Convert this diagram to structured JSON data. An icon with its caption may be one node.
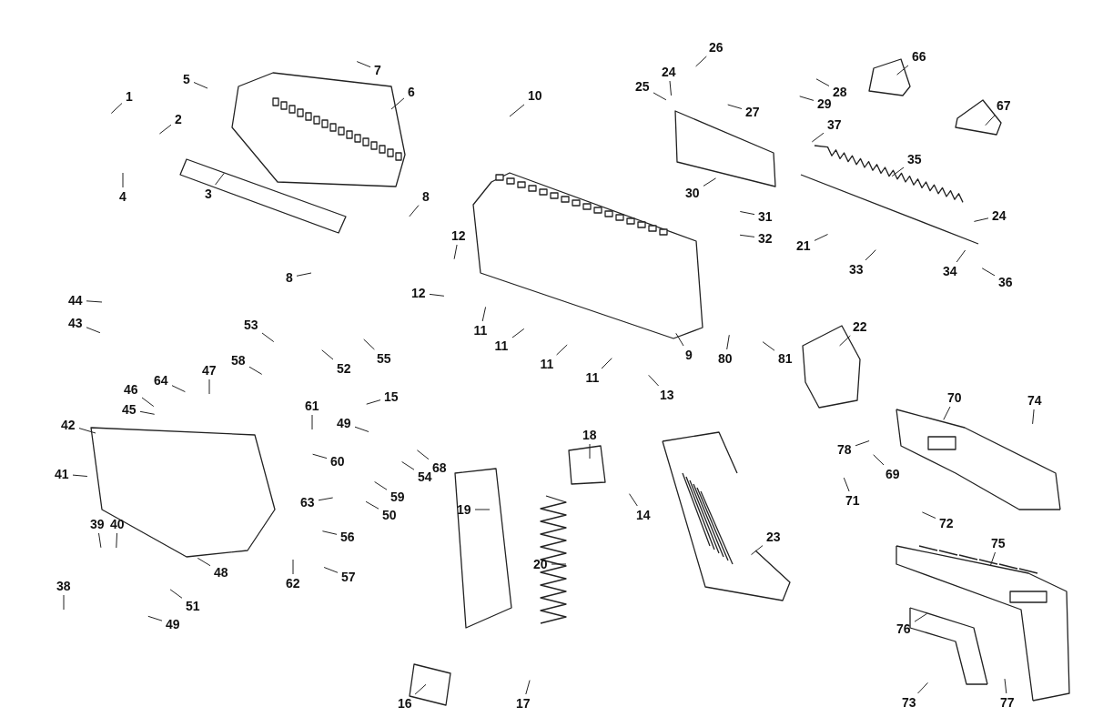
{
  "diagram": {
    "nodes": [
      {
        "text": [
          "1"
        ]
      },
      {
        "text": [
          "5"
        ]
      },
      {
        "text": [
          "7"
        ]
      },
      {
        "text": [
          "6"
        ]
      },
      {
        "text": [
          "2"
        ]
      },
      {
        "text": [
          "4"
        ]
      },
      {
        "text": [
          "3"
        ]
      },
      {
        "text": [
          "8"
        ]
      },
      {
        "text": [
          "8"
        ]
      },
      {
        "text": [
          "10"
        ]
      },
      {
        "text": [
          "26"
        ]
      },
      {
        "text": [
          "24"
        ]
      },
      {
        "text": [
          "25"
        ]
      },
      {
        "text": [
          "27"
        ]
      },
      {
        "text": [
          "66"
        ]
      },
      {
        "text": [
          "28"
        ]
      },
      {
        "text": [
          "29"
        ]
      },
      {
        "text": [
          "67"
        ]
      },
      {
        "text": [
          "37"
        ]
      },
      {
        "text": [
          "35"
        ]
      },
      {
        "text": [
          "30"
        ]
      },
      {
        "text": [
          "31"
        ]
      },
      {
        "text": [
          "24"
        ]
      },
      {
        "text": [
          "12"
        ]
      },
      {
        "text": [
          "32"
        ]
      },
      {
        "text": [
          "21"
        ]
      },
      {
        "text": [
          "33"
        ]
      },
      {
        "text": [
          "34"
        ]
      },
      {
        "text": [
          "36"
        ]
      },
      {
        "text": [
          "12"
        ]
      },
      {
        "text": [
          "44"
        ]
      },
      {
        "text": [
          "11"
        ]
      },
      {
        "text": [
          "43"
        ]
      },
      {
        "text": [
          "53"
        ]
      },
      {
        "text": [
          "22"
        ]
      },
      {
        "text": [
          "11"
        ]
      },
      {
        "text": [
          "9"
        ]
      },
      {
        "text": [
          "55"
        ]
      },
      {
        "text": [
          "80"
        ]
      },
      {
        "text": [
          "81"
        ]
      },
      {
        "text": [
          "52"
        ]
      },
      {
        "text": [
          "58"
        ]
      },
      {
        "text": [
          "11"
        ]
      },
      {
        "text": [
          "47"
        ]
      },
      {
        "text": [
          "64"
        ]
      },
      {
        "text": [
          "11"
        ]
      },
      {
        "text": [
          "46"
        ]
      },
      {
        "text": [
          "13"
        ]
      },
      {
        "text": [
          "15"
        ]
      },
      {
        "text": [
          "70"
        ]
      },
      {
        "text": [
          "74"
        ]
      },
      {
        "text": [
          "61"
        ]
      },
      {
        "text": [
          "45"
        ]
      },
      {
        "text": [
          "49"
        ]
      },
      {
        "text": [
          "42"
        ]
      },
      {
        "text": [
          "18"
        ]
      },
      {
        "text": [
          "78"
        ]
      },
      {
        "text": [
          "60"
        ]
      },
      {
        "text": [
          "68"
        ]
      },
      {
        "text": [
          "41"
        ]
      },
      {
        "text": [
          "54"
        ]
      },
      {
        "text": [
          "69"
        ]
      },
      {
        "text": [
          "59"
        ]
      },
      {
        "text": [
          "71"
        ]
      },
      {
        "text": [
          "63"
        ]
      },
      {
        "text": [
          "19"
        ]
      },
      {
        "text": [
          "14"
        ]
      },
      {
        "text": [
          "50"
        ]
      },
      {
        "text": [
          "72"
        ]
      },
      {
        "text": [
          "39"
        ]
      },
      {
        "text": [
          "40"
        ]
      },
      {
        "text": [
          "56"
        ]
      },
      {
        "text": [
          "23"
        ]
      },
      {
        "text": [
          "75"
        ]
      },
      {
        "text": [
          "20"
        ]
      },
      {
        "text": [
          "48"
        ]
      },
      {
        "text": [
          "57"
        ]
      },
      {
        "text": [
          "62"
        ]
      },
      {
        "text": [
          "38"
        ]
      },
      {
        "text": [
          "51"
        ]
      },
      {
        "text": [
          "49"
        ]
      },
      {
        "text": [
          "76"
        ]
      },
      {
        "text": [
          "16"
        ]
      },
      {
        "text": [
          "17"
        ]
      },
      {
        "text": [
          "73"
        ]
      },
      {
        "text": [
          "77"
        ]
      }
    ],
    "edges": [
      {
        "from": 0,
        "to": null,
        "arrow": "none"
      },
      {
        "from": 1,
        "to": null,
        "arrow": "none"
      },
      {
        "from": 2,
        "to": null,
        "arrow": "none"
      },
      {
        "from": 3,
        "to": null,
        "arrow": "none"
      },
      {
        "from": 4,
        "to": null,
        "arrow": "none"
      },
      {
        "from": 5,
        "to": null,
        "arrow": "none"
      },
      {
        "from": 6,
        "to": null,
        "arrow": "none"
      },
      {
        "from": 7,
        "to": null,
        "arrow": "none"
      },
      {
        "from": 8,
        "to": null,
        "arrow": "none"
      },
      {
        "from": 9,
        "to": null,
        "arrow": "none"
      },
      {
        "from": 10,
        "to": null,
        "arrow": "none"
      },
      {
        "from": 11,
        "to": null,
        "arrow": "none"
      },
      {
        "from": 12,
        "to": null,
        "arrow": "none"
      },
      {
        "from": 13,
        "to": null,
        "arrow": "none"
      },
      {
        "from": 14,
        "to": null,
        "arrow": "none"
      },
      {
        "from": 15,
        "to": null,
        "arrow": "none"
      },
      {
        "from": 16,
        "to": null,
        "arrow": "none"
      },
      {
        "from": 17,
        "to": null,
        "arrow": "none"
      },
      {
        "from": 18,
        "to": null,
        "arrow": "none"
      },
      {
        "from": 19,
        "to": null,
        "arrow": "none"
      },
      {
        "from": 20,
        "to": null,
        "arrow": "none"
      },
      {
        "from": 21,
        "to": null,
        "arrow": "none"
      },
      {
        "from": 22,
        "to": null,
        "arrow": "none"
      },
      {
        "from": 23,
        "to": null,
        "arrow": "none"
      },
      {
        "from": 24,
        "to": null,
        "arrow": "none"
      },
      {
        "from": 25,
        "to": null,
        "arrow": "none"
      },
      {
        "from": 26,
        "to": null,
        "arrow": "none"
      },
      {
        "from": 27,
        "to": null,
        "arrow": "none"
      },
      {
        "from": 28,
        "to": null,
        "arrow": "none"
      },
      {
        "from": 29,
        "to": null,
        "arrow": "none"
      },
      {
        "from": 30,
        "to": null,
        "arrow": "none"
      },
      {
        "from": 31,
        "to": null,
        "arrow": "none"
      },
      {
        "from": 32,
        "to": null,
        "arrow": "none"
      },
      {
        "from": 33,
        "to": null,
        "arrow": "none"
      },
      {
        "from": 34,
        "to": null,
        "arrow": "none"
      },
      {
        "from": 35,
        "to": null,
        "arrow": "none"
      },
      {
        "from": 36,
        "to": null,
        "arrow": "none"
      },
      {
        "from": 37,
        "to": null,
        "arrow": "none"
      },
      {
        "from": 38,
        "to": null,
        "arrow": "none"
      },
      {
        "from": 39,
        "to": null,
        "arrow": "none"
      },
      {
        "from": 40,
        "to": null,
        "arrow": "none"
      },
      {
        "from": 41,
        "to": null,
        "arrow": "none"
      },
      {
        "from": 42,
        "to": null,
        "arrow": "none"
      },
      {
        "from": 43,
        "to": null,
        "arrow": "none"
      },
      {
        "from": 44,
        "to": null,
        "arrow": "none"
      },
      {
        "from": 45,
        "to": null,
        "arrow": "none"
      },
      {
        "from": 46,
        "to": null,
        "arrow": "none"
      },
      {
        "from": 47,
        "to": null,
        "arrow": "none"
      },
      {
        "from": 48,
        "to": null,
        "arrow": "none"
      },
      {
        "from": 49,
        "to": null,
        "arrow": "none"
      },
      {
        "from": 50,
        "to": null,
        "arrow": "none"
      },
      {
        "from": 51,
        "to": null,
        "arrow": "none"
      },
      {
        "from": 52,
        "to": null,
        "arrow": "none"
      },
      {
        "from": 53,
        "to": null,
        "arrow": "none"
      },
      {
        "from": 54,
        "to": null,
        "arrow": "none"
      },
      {
        "from": 55,
        "to": null,
        "arrow": "none"
      },
      {
        "from": 56,
        "to": null,
        "arrow": "none"
      },
      {
        "from": 57,
        "to": null,
        "arrow": "none"
      },
      {
        "from": 58,
        "to": null,
        "arrow": "none"
      },
      {
        "from": 59,
        "to": null,
        "arrow": "none"
      },
      {
        "from": 60,
        "to": null,
        "arrow": "none"
      },
      {
        "from": 61,
        "to": null,
        "arrow": "none"
      },
      {
        "from": 62,
        "to": null,
        "arrow": "none"
      },
      {
        "from": 63,
        "to": null,
        "arrow": "none"
      },
      {
        "from": 64,
        "to": null,
        "arrow": "none"
      },
      {
        "from": 65,
        "to": null,
        "arrow": "none"
      },
      {
        "from": 66,
        "to": null,
        "arrow": "none"
      },
      {
        "from": 67,
        "to": null,
        "arrow": "none"
      },
      {
        "from": 68,
        "to": null,
        "arrow": "none"
      },
      {
        "from": 69,
        "to": null,
        "arrow": "none"
      },
      {
        "from": 70,
        "to": null,
        "arrow": "none"
      },
      {
        "from": 71,
        "to": null,
        "arrow": "none"
      },
      {
        "from": 72,
        "to": null,
        "arrow": "none"
      },
      {
        "from": 73,
        "to": null,
        "arrow": "none"
      },
      {
        "from": 74,
        "to": null,
        "arrow": "none"
      },
      {
        "from": 75,
        "to": null,
        "arrow": "none"
      },
      {
        "from": 76,
        "to": null,
        "arrow": "none"
      },
      {
        "from": 77,
        "to": null,
        "arrow": "none"
      },
      {
        "from": 78,
        "to": null,
        "arrow": "none"
      },
      {
        "from": 79,
        "to": null,
        "arrow": "none"
      },
      {
        "from": 80,
        "to": null,
        "arrow": "none"
      },
      {
        "from": 81,
        "to": null,
        "arrow": "none"
      },
      {
        "from": 82,
        "to": null,
        "arrow": "none"
      },
      {
        "from": 83,
        "to": null,
        "arrow": "none"
      },
      {
        "from": 84,
        "to": null,
        "arrow": "none"
      },
      {
        "from": 85,
        "to": null,
        "arrow": "none"
      }
    ]
  }
}
